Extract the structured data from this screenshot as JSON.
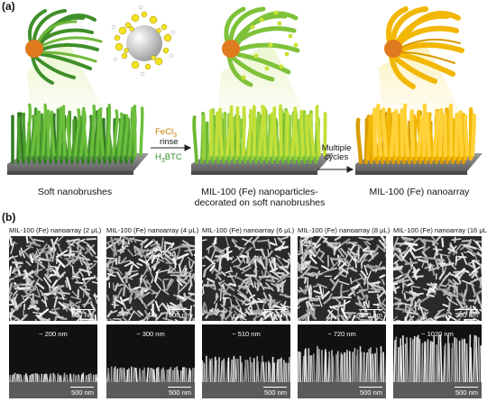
{
  "panel_a": {
    "label": "(a)",
    "reagent_fecl3": "FeCl",
    "reagent_fecl3_sub": "3",
    "reagent_rinse": "rinse",
    "reagent_h3btc_a": "H",
    "reagent_h3btc_sub": "3",
    "reagent_h3btc_b": "BTC",
    "step_multiple": "Multiple cycles",
    "captions": [
      "Soft nanobrushes",
      "MIL-100 (Fe) nanoparticles-decorated on soft nanobrushes",
      "MIL-100 (Fe) nanoarray"
    ],
    "colors": {
      "green_dark": "#3f8f2a",
      "green_light": "#8fcc3b",
      "yellow_green": "#b9d82b",
      "gold": "#f2b705",
      "core_orange": "#e07a1f",
      "fecl3_text": "#c77a00",
      "h3btc_text": "#2d8a2d"
    }
  },
  "panel_b": {
    "label": "(b)",
    "columns": [
      {
        "title": "MIL-100 (Fe) nanoarray (2 μL)",
        "top_scale": "500 nm",
        "height": "~ 200 nm",
        "bottom_scale": "500 nm"
      },
      {
        "title": "MIL-100 (Fe) nanoarray (4 μL)",
        "top_scale": "500 nm",
        "height": "~ 300 nm",
        "bottom_scale": "500 nm"
      },
      {
        "title": "MIL-100 (Fe) nanoarray (6 μL)",
        "top_scale": "500 nm",
        "height": "~ 510 nm",
        "bottom_scale": "500 nm"
      },
      {
        "title": "MIL-100 (Fe) nanoarray (8 μL)",
        "top_scale": "500 nm",
        "height": "~ 720 nm",
        "bottom_scale": "500 nm"
      },
      {
        "title": "MIL-100 (Fe) nanoarray (16 μL)",
        "top_scale": "500 nm",
        "height": "~ 1020 nm",
        "bottom_scale": "500 nm"
      }
    ]
  }
}
